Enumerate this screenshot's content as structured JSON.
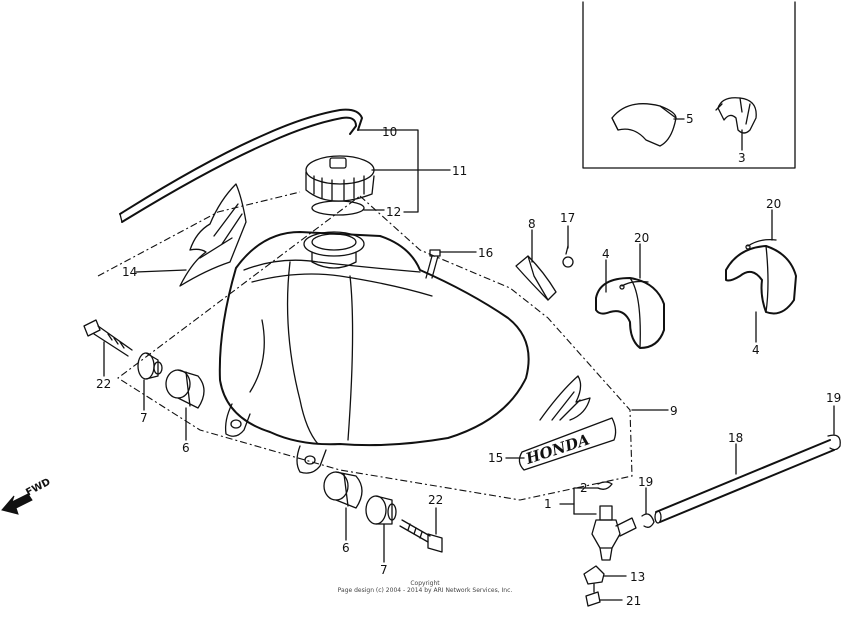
{
  "callouts": {
    "c1": "1",
    "c2": "2",
    "c3": "3",
    "c4a": "4",
    "c4b": "4",
    "c5": "5",
    "c6a": "6",
    "c6b": "6",
    "c7a": "7",
    "c7b": "7",
    "c8": "8",
    "c9": "9",
    "c10": "10",
    "c11": "11",
    "c12": "12",
    "c13": "13",
    "c14": "14",
    "c15": "15",
    "c16": "16",
    "c17": "17",
    "c18": "18",
    "c19a": "19",
    "c19b": "19",
    "c20a": "20",
    "c20b": "20",
    "c21": "21",
    "c22a": "22",
    "c22b": "22"
  },
  "badge": {
    "text": "HONDA"
  },
  "fwd": {
    "label": "FWD"
  },
  "footer": {
    "line1": "Copyright",
    "line2": "Page design (c) 2004 - 2014 by ARI Network Services, Inc."
  }
}
